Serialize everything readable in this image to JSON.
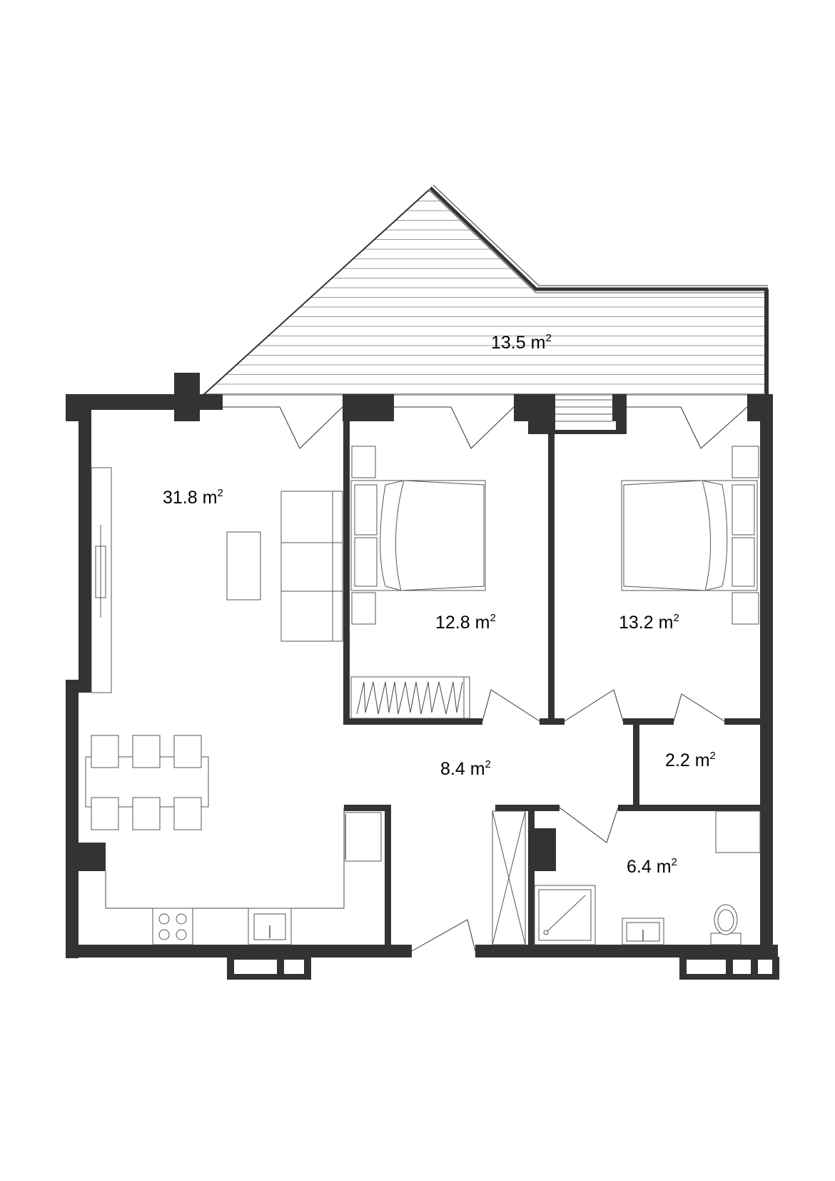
{
  "plan": {
    "wall_color": "#333333",
    "rooms": [
      {
        "id": "terrace",
        "value": "13.5",
        "unit": "m",
        "exp": "2"
      },
      {
        "id": "living",
        "value": "31.8",
        "unit": "m",
        "exp": "2"
      },
      {
        "id": "bedroom-1",
        "value": "12.8",
        "unit": "m",
        "exp": "2"
      },
      {
        "id": "bedroom-2",
        "value": "13.2",
        "unit": "m",
        "exp": "2"
      },
      {
        "id": "hallway",
        "value": "8.4",
        "unit": "m",
        "exp": "2"
      },
      {
        "id": "storage",
        "value": "2.2",
        "unit": "m",
        "exp": "2"
      },
      {
        "id": "bathroom",
        "value": "6.4",
        "unit": "m",
        "exp": "2"
      }
    ]
  }
}
